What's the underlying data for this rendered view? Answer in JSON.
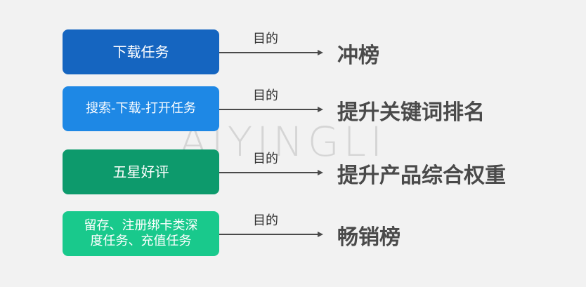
{
  "watermark": "AIYINGLI",
  "colors": {
    "row1": "#1565c0",
    "row2": "#1e88e5",
    "row3": "#0d9a6c",
    "row4": "#19c98c",
    "arrow": "#4a4a4a"
  },
  "rows": [
    {
      "task": "下载任务",
      "label": "目的",
      "goal": "冲榜"
    },
    {
      "task": "搜索-下载-打开任务",
      "label": "目的",
      "goal": "提升关键词排名"
    },
    {
      "task": "五星好评",
      "label": "目的",
      "goal": "提升产品综合权重"
    },
    {
      "task": "留存、注册绑卡类深\n度任务、充值任务",
      "label": "目的",
      "goal": "畅销榜"
    }
  ]
}
